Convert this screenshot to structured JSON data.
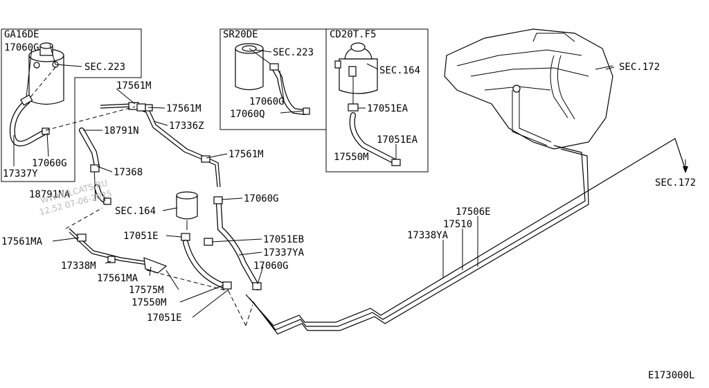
{
  "boxes": {
    "ga16de": "GA16DE",
    "sr20de": "SR20DE",
    "cd20t": "CD20T.F5"
  },
  "labels": {
    "l_17060g_a": "17060G",
    "l_sec223_a": "SEC.223",
    "l_17561m_a": "17561M",
    "l_17561m_b": "17561M",
    "l_17336z": "17336Z",
    "l_18791n": "18791N",
    "l_17060g_b": "17060G",
    "l_17337y": "17337Y",
    "l_17368": "17368",
    "l_18791na": "18791NA",
    "l_17561m_c": "17561M",
    "l_sec223_b": "SEC.223",
    "l_17060g_c": "17060G",
    "l_17060q": "17060Q",
    "l_sec164_a": "SEC.164",
    "l_17051ea_a": "17051EA",
    "l_17051ea_b": "17051EA",
    "l_17550m_a": "17550M",
    "l_sec172_a": "SEC.172",
    "l_sec172_b": "SEC.172",
    "l_17060g_d": "17060G",
    "l_sec164_b": "SEC.164",
    "l_17051e_a": "17051E",
    "l_17051eb": "17051EB",
    "l_17337ya": "17337YA",
    "l_17060g_e": "17060G",
    "l_17561ma_a": "17561MA",
    "l_17338m": "17338M",
    "l_17561ma_b": "17561MA",
    "l_17575m": "17575M",
    "l_17550m_b": "17550M",
    "l_17051e_b": "17051E",
    "l_17506e": "17506E",
    "l_17510": "17510",
    "l_17338ya": "17338YA",
    "diagram_code": "E173000L"
  },
  "watermark": {
    "line1": "WWW.ILCATS.RU",
    "line2": "12.52 07-06-2025"
  }
}
